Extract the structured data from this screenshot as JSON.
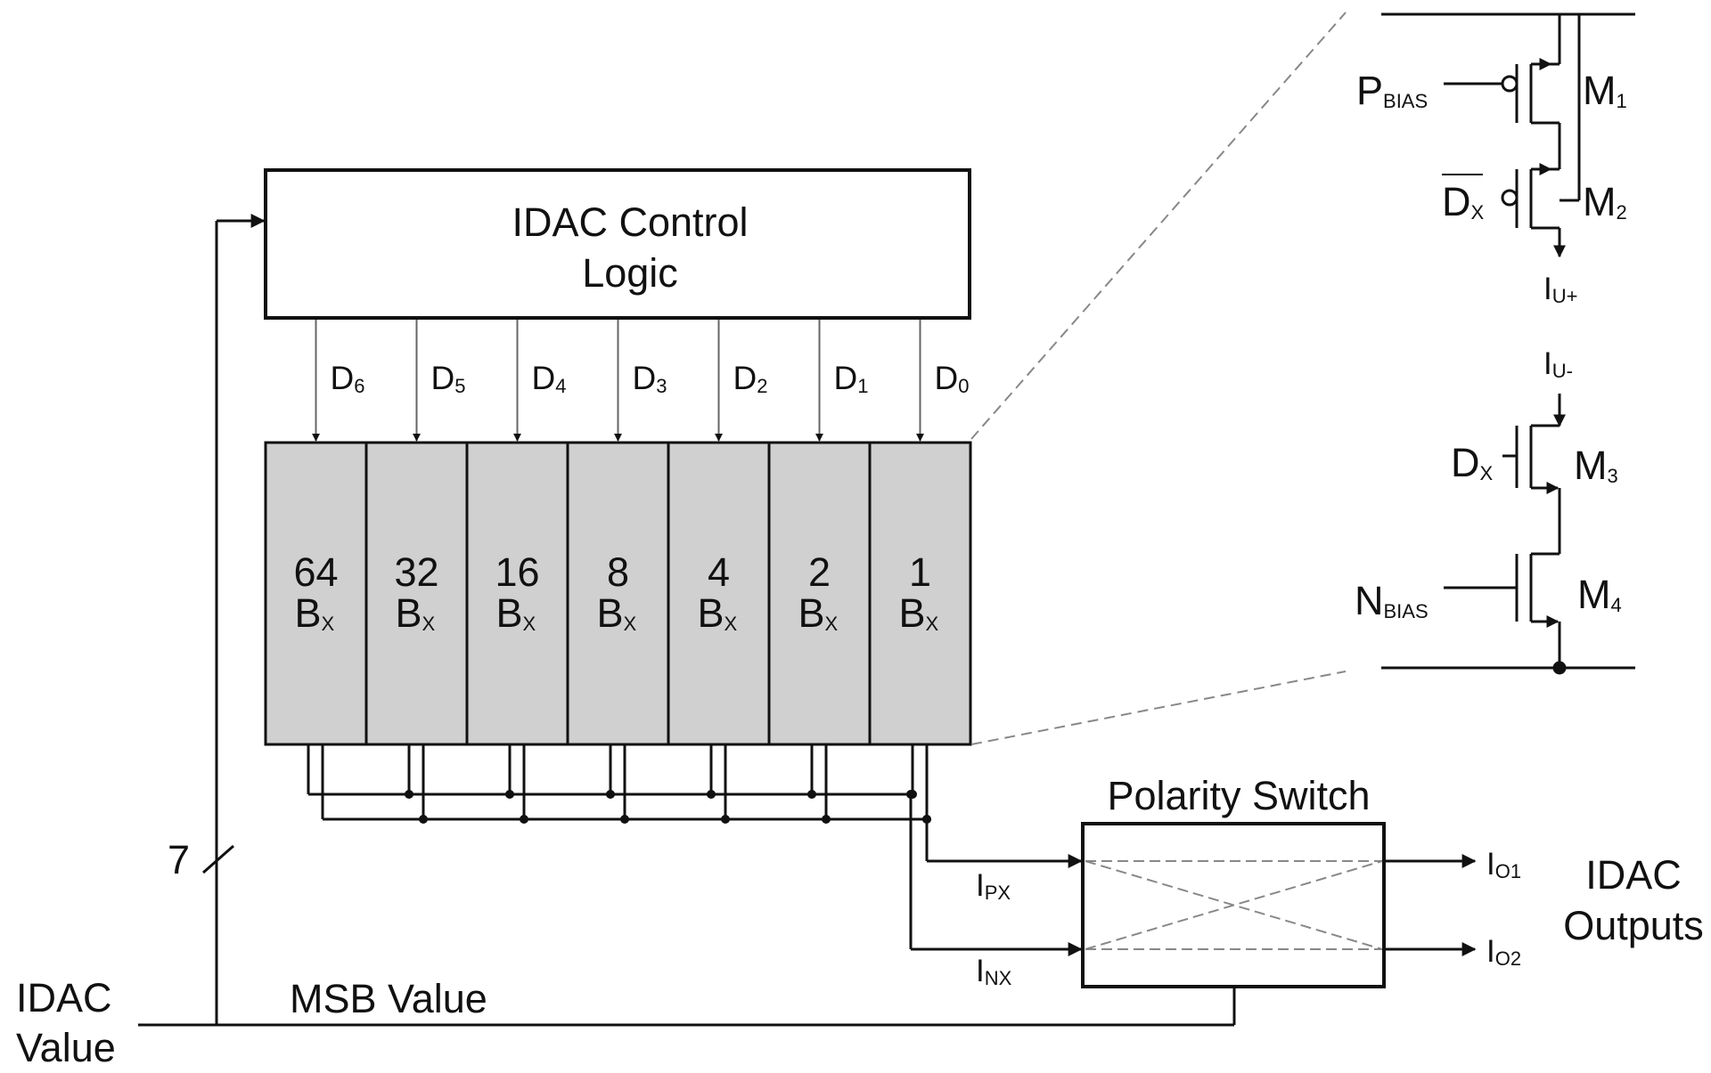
{
  "control_block": {
    "line1": "IDAC Control",
    "line2": "Logic"
  },
  "bits": [
    {
      "d_main": "D",
      "d_sub": "6",
      "weight": "64",
      "b_main": "B",
      "b_sub": "X"
    },
    {
      "d_main": "D",
      "d_sub": "5",
      "weight": "32",
      "b_main": "B",
      "b_sub": "X"
    },
    {
      "d_main": "D",
      "d_sub": "4",
      "weight": "16",
      "b_main": "B",
      "b_sub": "X"
    },
    {
      "d_main": "D",
      "d_sub": "3",
      "weight": "8",
      "b_main": "B",
      "b_sub": "X"
    },
    {
      "d_main": "D",
      "d_sub": "2",
      "weight": "4",
      "b_main": "B",
      "b_sub": "X"
    },
    {
      "d_main": "D",
      "d_sub": "1",
      "weight": "2",
      "b_main": "B",
      "b_sub": "X"
    },
    {
      "d_main": "D",
      "d_sub": "0",
      "weight": "1",
      "b_main": "B",
      "b_sub": "X"
    }
  ],
  "bus_width": "7",
  "idac_value": {
    "line1": "IDAC",
    "line2": "Value"
  },
  "msb_value": "MSB Value",
  "polarity_switch": "Polarity Switch",
  "inputs": {
    "ipx": {
      "main": "I",
      "sub": "PX"
    },
    "inx": {
      "main": "I",
      "sub": "NX"
    }
  },
  "outputs": {
    "io1": {
      "main": "I",
      "sub": "O1"
    },
    "io2": {
      "main": "I",
      "sub": "O2"
    },
    "label_line1": "IDAC",
    "label_line2": "Outputs"
  },
  "transistor_cell": {
    "pbias": {
      "main": "P",
      "sub": "BIAS"
    },
    "m1": {
      "main": "M",
      "sub": "1"
    },
    "dx_bar": {
      "main": "D",
      "sub": "X"
    },
    "m2": {
      "main": "M",
      "sub": "2"
    },
    "iu_plus": {
      "main": "I",
      "sub": "U+"
    },
    "iu_minus": {
      "main": "I",
      "sub": "U-"
    },
    "dx": {
      "main": "D",
      "sub": "X"
    },
    "m3": {
      "main": "M",
      "sub": "3"
    },
    "nbias": {
      "main": "N",
      "sub": "BIAS"
    },
    "m4": {
      "main": "M",
      "sub": "4"
    }
  }
}
